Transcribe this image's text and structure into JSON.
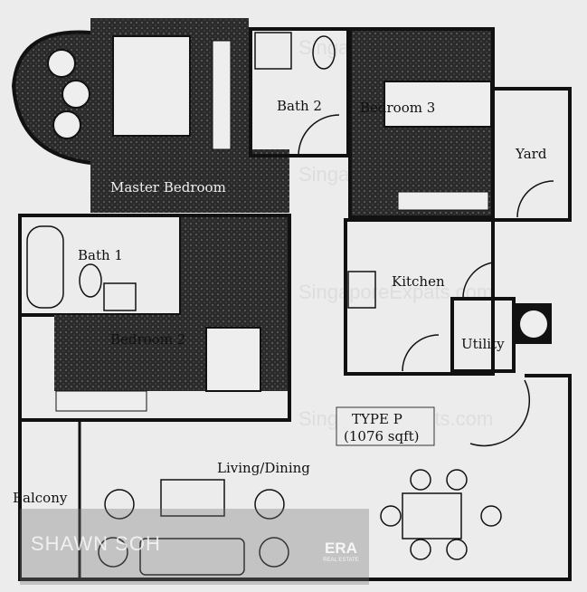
{
  "plan": {
    "type_label": "TYPE P",
    "area_label": "(1076 sqft)",
    "rooms": {
      "master_bedroom": "Master Bedroom",
      "bath2": "Bath 2",
      "bedroom3": "Bedroom 3",
      "yard": "Yard",
      "bath1": "Bath 1",
      "kitchen": "Kitchen",
      "bedroom2": "Bedroom 2",
      "utility": "Utility",
      "living_dining": "Living/Dining",
      "balcony": "Balcony"
    }
  },
  "watermarks": {
    "site": "SingaporeExpats.com",
    "agent": "SHAWN SOH",
    "brand": "ERA",
    "brand_sub": "REAL ESTATE"
  }
}
